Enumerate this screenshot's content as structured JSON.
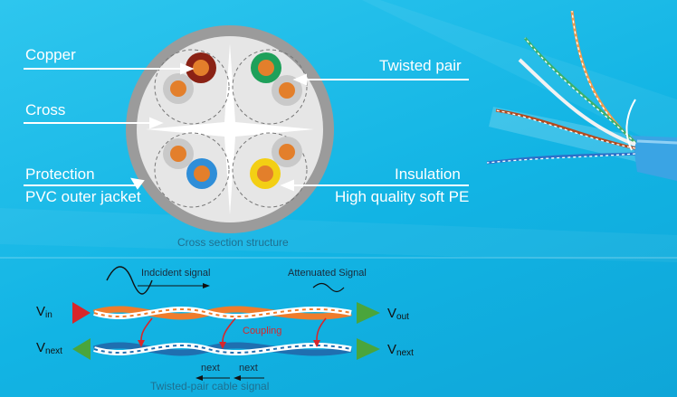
{
  "cross_section": {
    "labels": {
      "copper": "Copper",
      "cross": "Cross",
      "protection": "Protection",
      "pvc_jacket": "PVC outer jacket",
      "twisted_pair": "Twisted pair",
      "insulation": "Insulation",
      "soft_pe": "High quality soft PE"
    },
    "caption": "Cross section structure",
    "colors": {
      "jacket": "#9b9b9b",
      "inner": "#e6e6e6",
      "copper": "#e37f2b",
      "brown": "#8a2215",
      "green": "#1ea05a",
      "blue": "#2f8ed8",
      "yellow": "#f3cf14",
      "white_insulation": "#c9c9c9"
    }
  },
  "signal": {
    "incident": "Indcident signal",
    "attenuated": "Attenuated Signal",
    "coupling": "Coupling",
    "next_left": "next",
    "next_right": "next",
    "caption": "Twisted-pair cable signal",
    "v_in": {
      "main": "V",
      "sub": "in"
    },
    "v_out": {
      "main": "V",
      "sub": "out"
    },
    "v_next_left": {
      "main": "V",
      "sub": "next"
    },
    "v_next_right": {
      "main": "V",
      "sub": "next"
    },
    "colors": {
      "source": "#d8262a",
      "receiver": "#4aa53c",
      "orange_pair": "#ef7c2c",
      "blue_pair": "#1f6fb0",
      "coupling": "#d8262a"
    }
  }
}
